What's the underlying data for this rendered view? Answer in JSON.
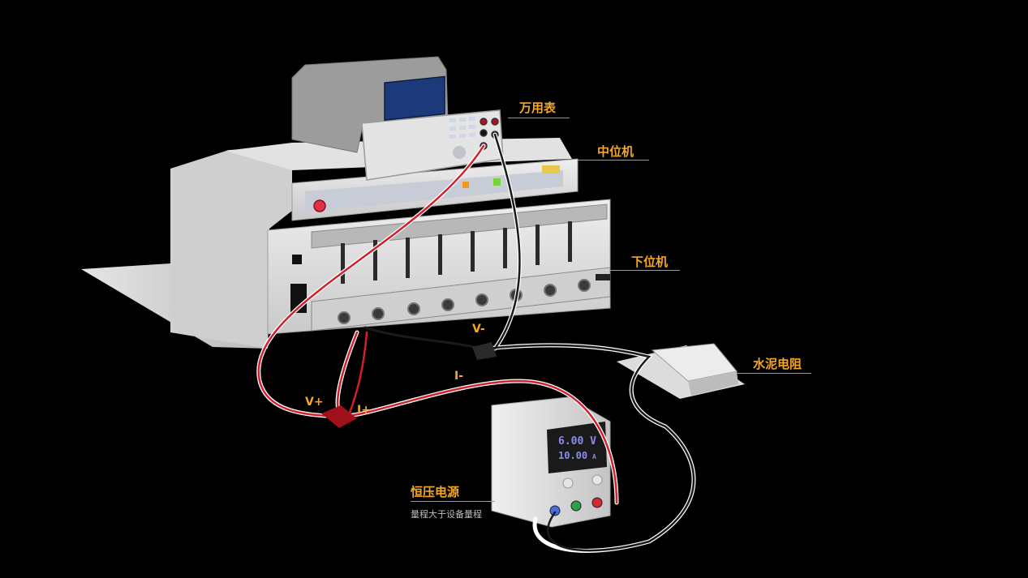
{
  "labels": {
    "multimeter": "万用表",
    "middle_unit": "中位机",
    "lower_unit": "下位机",
    "cement_resistor": "水泥电阻",
    "power_supply": "恒压电源",
    "power_supply_note": "量程大于设备量程"
  },
  "terminals": {
    "v_minus": "V-",
    "i_minus": "I-",
    "v_plus": "V+",
    "i_plus": "I+"
  },
  "psu_display": {
    "voltage": "6.00 V",
    "current_value": "10.00",
    "current_unit": "A"
  },
  "colors": {
    "label": "#f5a623",
    "red_wire": "#d0202a",
    "black_wire": "#1a1a1a",
    "device_body": "#d8d8d8",
    "psu_screen_text": "#8a8cf0"
  }
}
